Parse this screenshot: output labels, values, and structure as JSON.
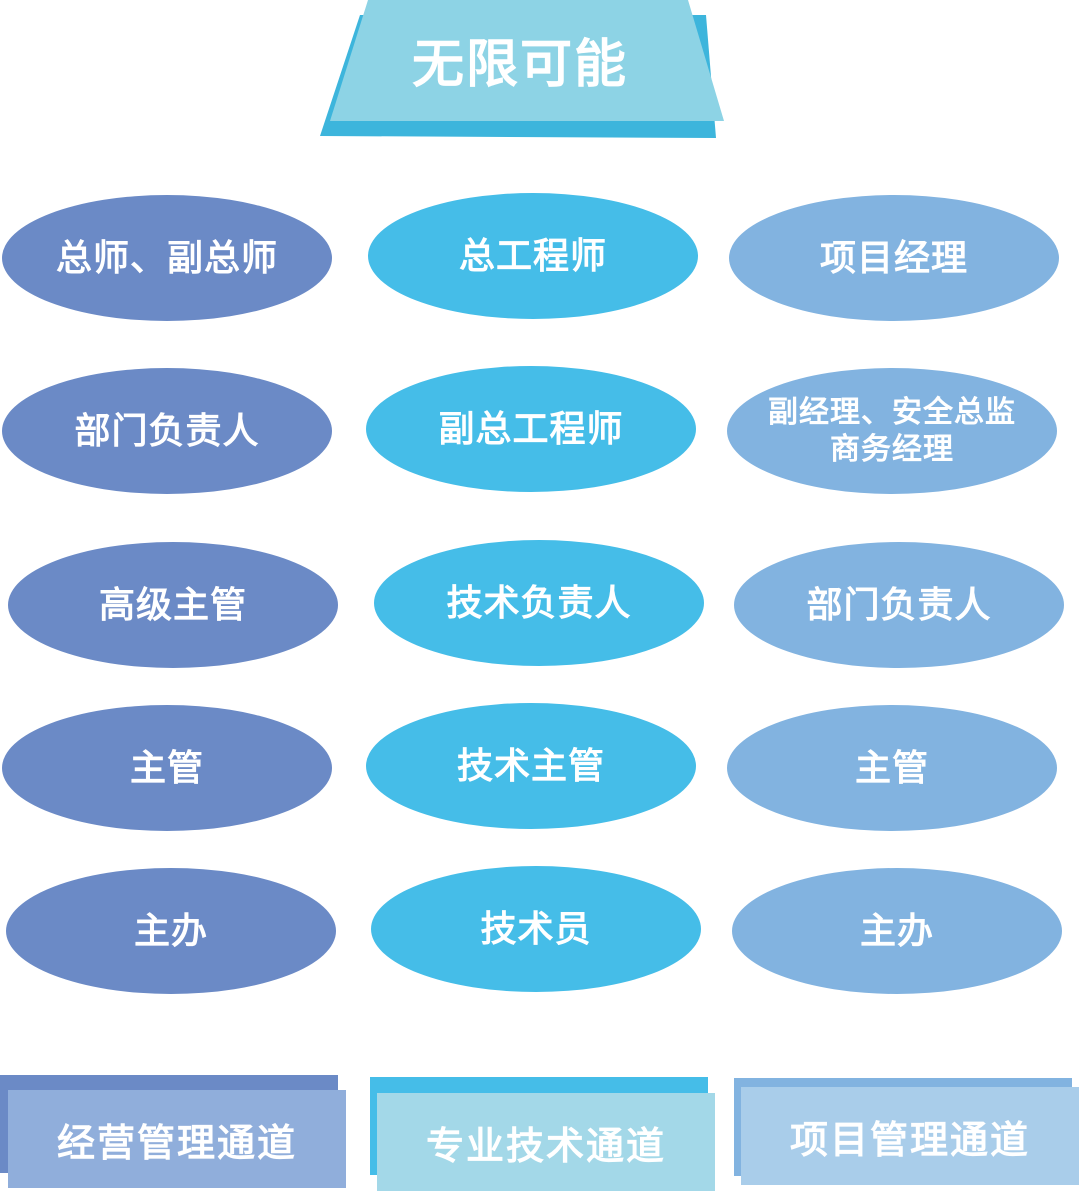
{
  "title": "无限可能",
  "colors": {
    "management": "#6B8AC6",
    "technical": "#45BDE8",
    "project": "#82B3E0",
    "title_front": "#8DD3E5",
    "title_back": "#3DB5DC"
  },
  "columns": {
    "management": [
      "总师、副总师",
      "部门负责人",
      "高级主管",
      "主管",
      "主办"
    ],
    "technical": [
      "总工程师",
      "副总工程师",
      "技术负责人",
      "技术主管",
      "技术员"
    ],
    "project": [
      "项目经理",
      [
        "副经理、安全总监",
        "商务经理"
      ],
      "部门负责人",
      "主管",
      "主办"
    ]
  },
  "channels": [
    "经营管理通道",
    "专业技术通道",
    "项目管理通道"
  ]
}
